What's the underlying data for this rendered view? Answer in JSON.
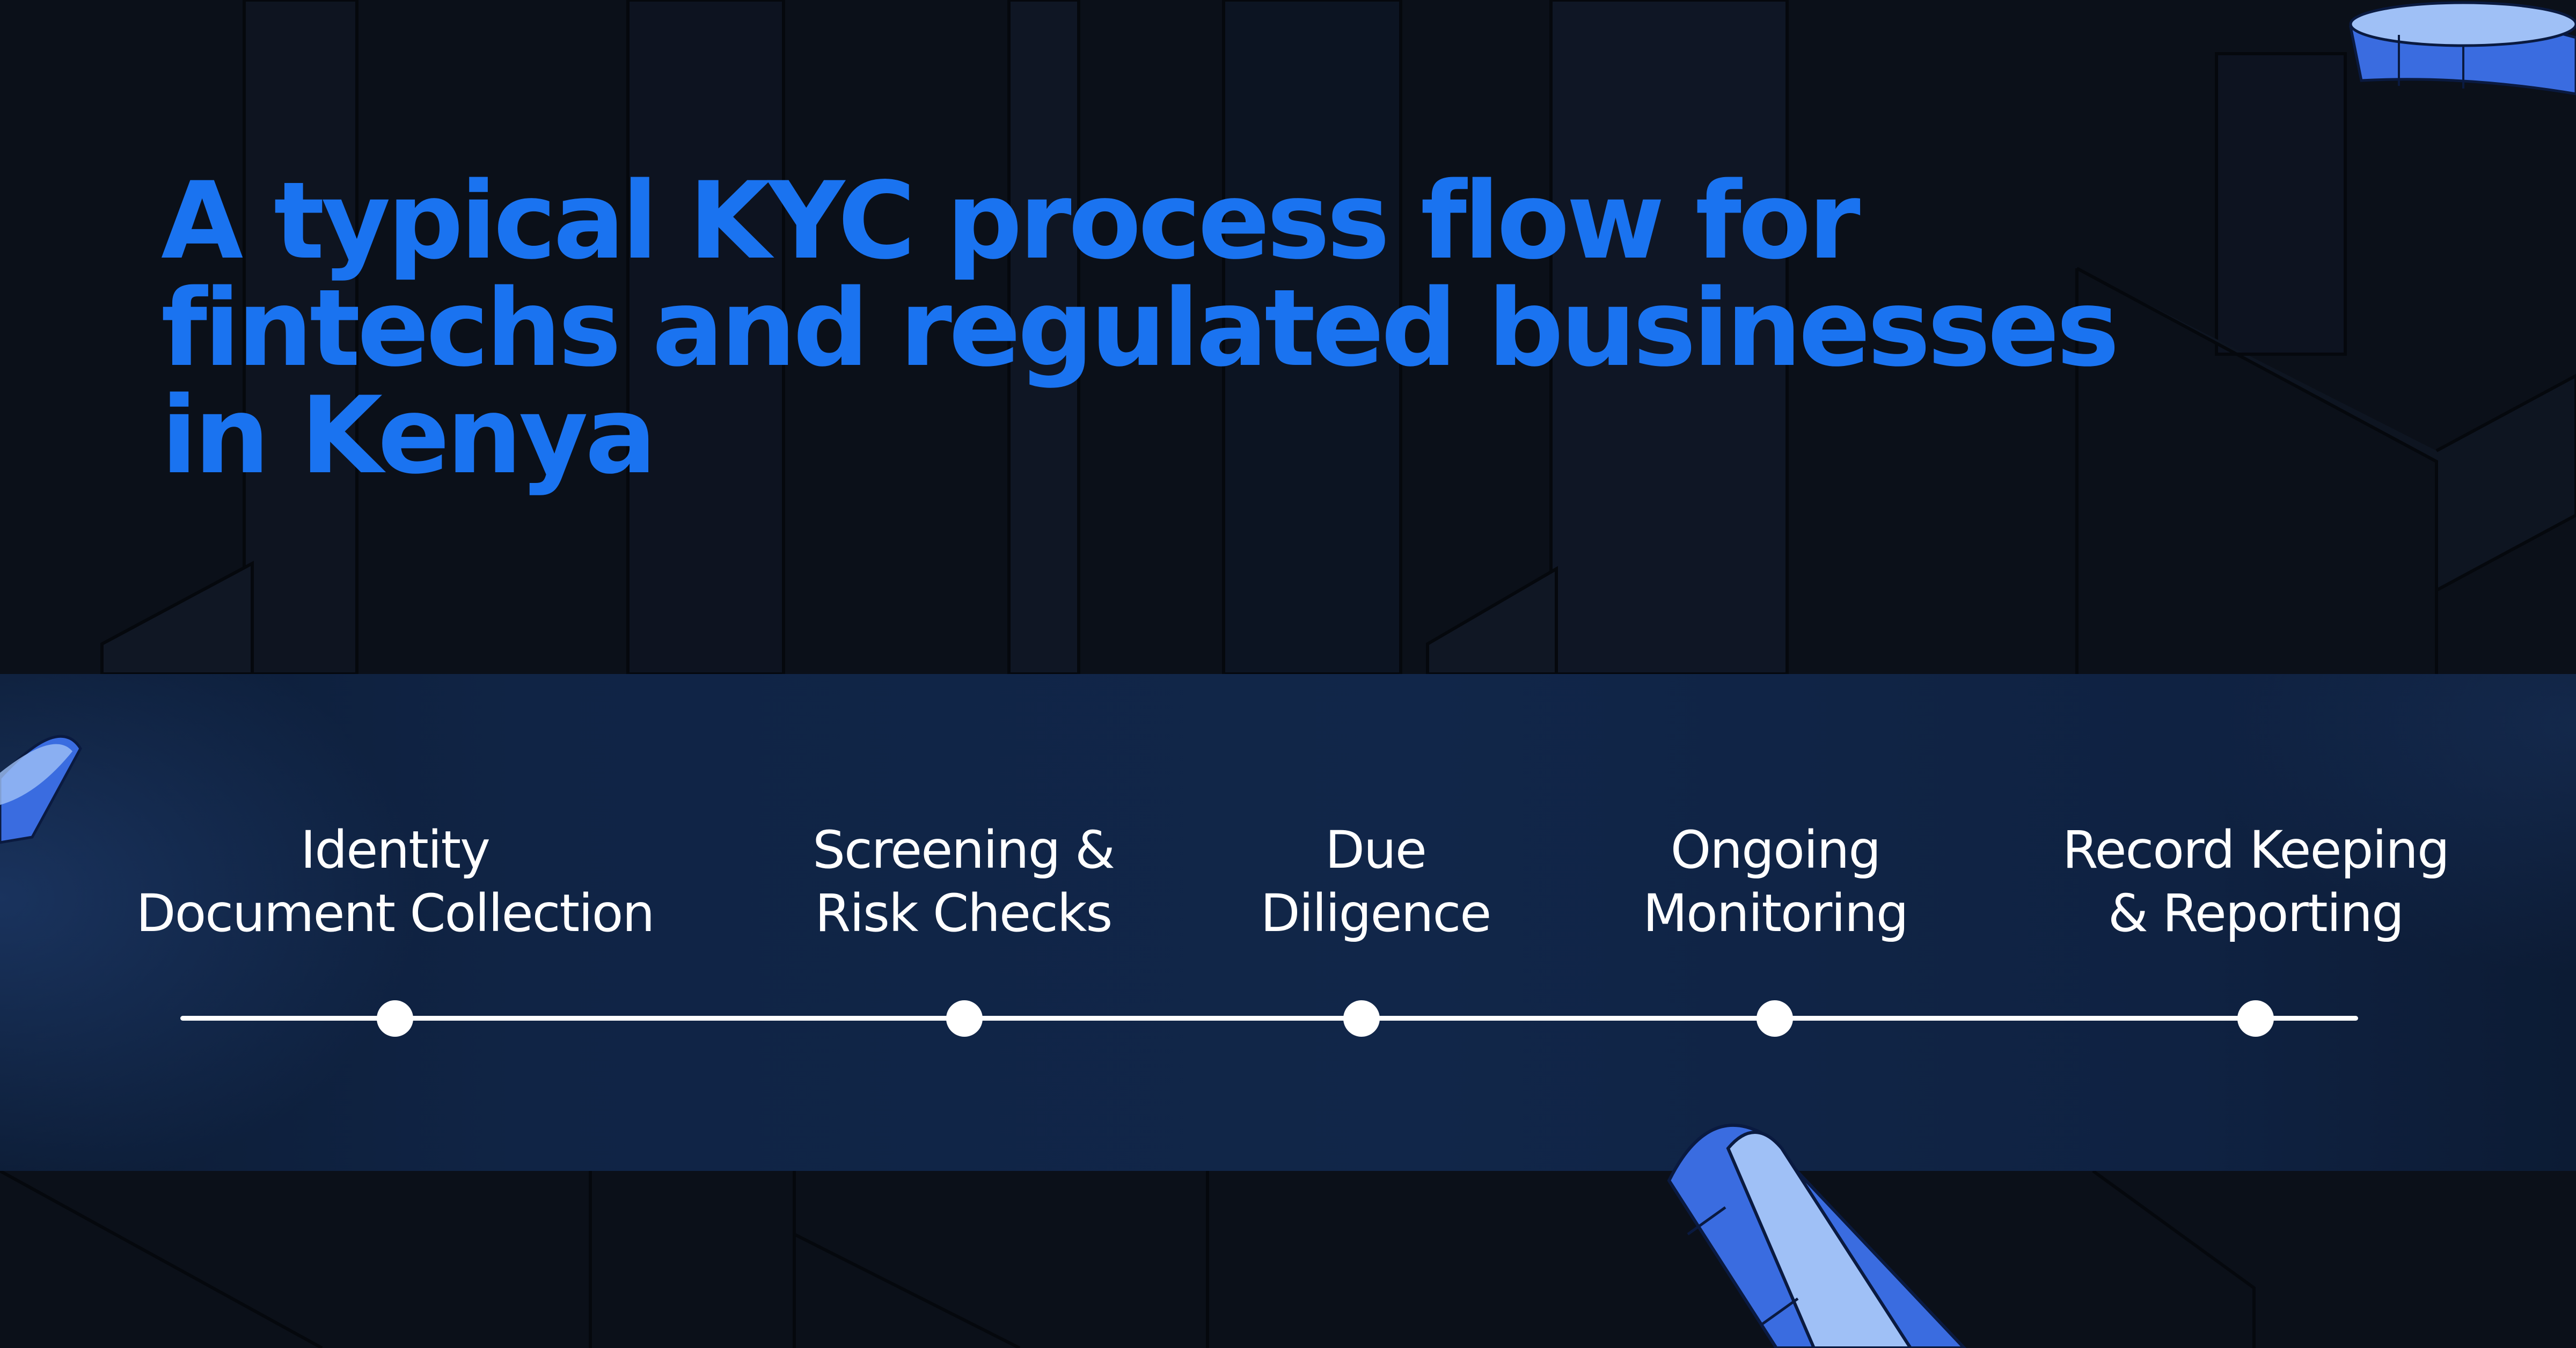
{
  "title": "A typical KYC process flow for fintechs and regulated businesses in Kenya",
  "colors": {
    "background": "#0b1019",
    "title": "#1a73f0",
    "band": "#112649",
    "timeline": "#ffffff",
    "coin": "#3d6fe6"
  },
  "steps": [
    {
      "label": "Identity\nDocument Collection"
    },
    {
      "label": "Screening &\nRisk Checks"
    },
    {
      "label": "Due\nDiligence"
    },
    {
      "label": "Ongoing\nMonitoring"
    },
    {
      "label": "Record Keeping\n& Reporting"
    }
  ]
}
